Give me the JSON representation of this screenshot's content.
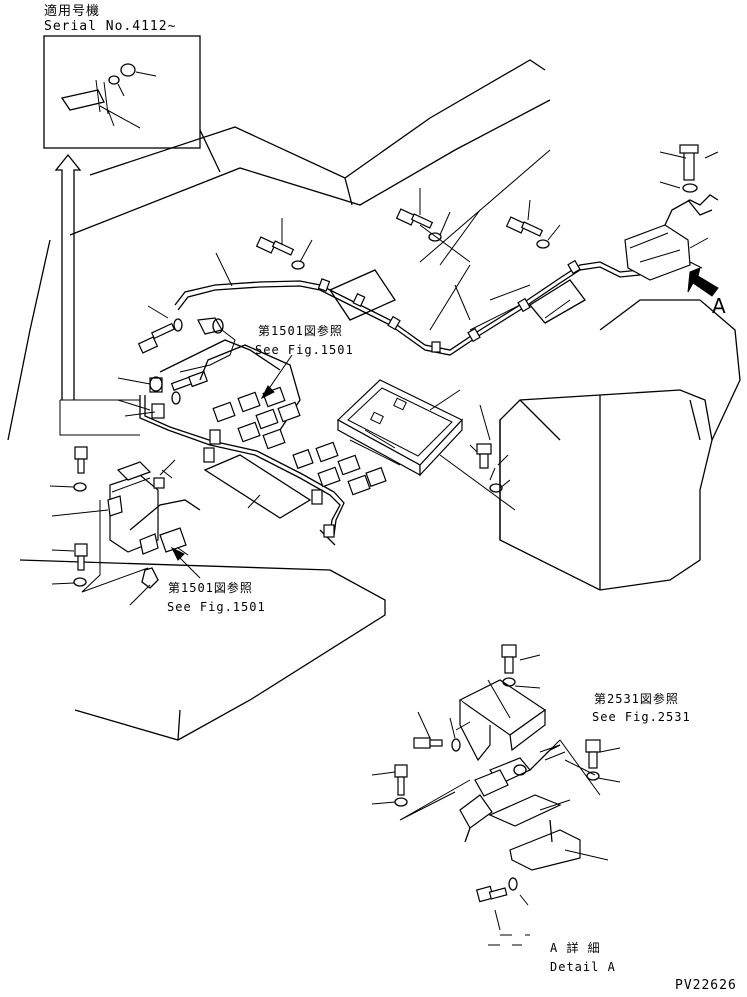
{
  "inset": {
    "title_jp": "適用号機",
    "serial": "Serial No.4112~"
  },
  "refs": {
    "fig1501_top_jp": "第1501図参照",
    "fig1501_top_en": "See Fig.1501",
    "fig1501_bottom_jp": "第1501図参照",
    "fig1501_bottom_en": "See Fig.1501",
    "fig2531_jp": "第2531図参照",
    "fig2531_en": "See Fig.2531"
  },
  "view_marker": {
    "letter": "A"
  },
  "detail": {
    "title_jp": "A 詳 細",
    "title_en": "Detail A"
  },
  "drawing_number": "PV22626"
}
